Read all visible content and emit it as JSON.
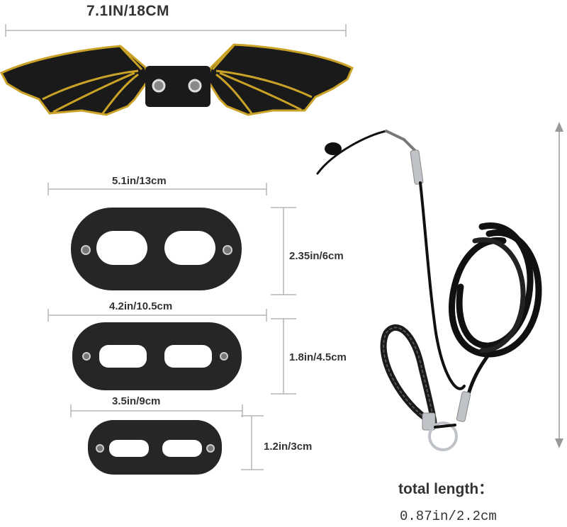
{
  "labels": {
    "wing_width": "7.1IN/18CM",
    "large_width": "5.1in/13cm",
    "large_height": "2.35in/6cm",
    "medium_width": "4.2in/10.5cm",
    "medium_height": "1.8in/4.5cm",
    "small_width": "3.5in/9cm",
    "small_height": "1.2in/3cm",
    "total_length": "total length：",
    "rope_diameter": "0.87in/2.2cm"
  },
  "colors": {
    "wing": "#1a1a1a",
    "wing_trim": "#c9a227",
    "strap": "#262626",
    "dimension_line": "#b5b5b5",
    "rope": "#111111",
    "metal": "#bfc3c7"
  }
}
